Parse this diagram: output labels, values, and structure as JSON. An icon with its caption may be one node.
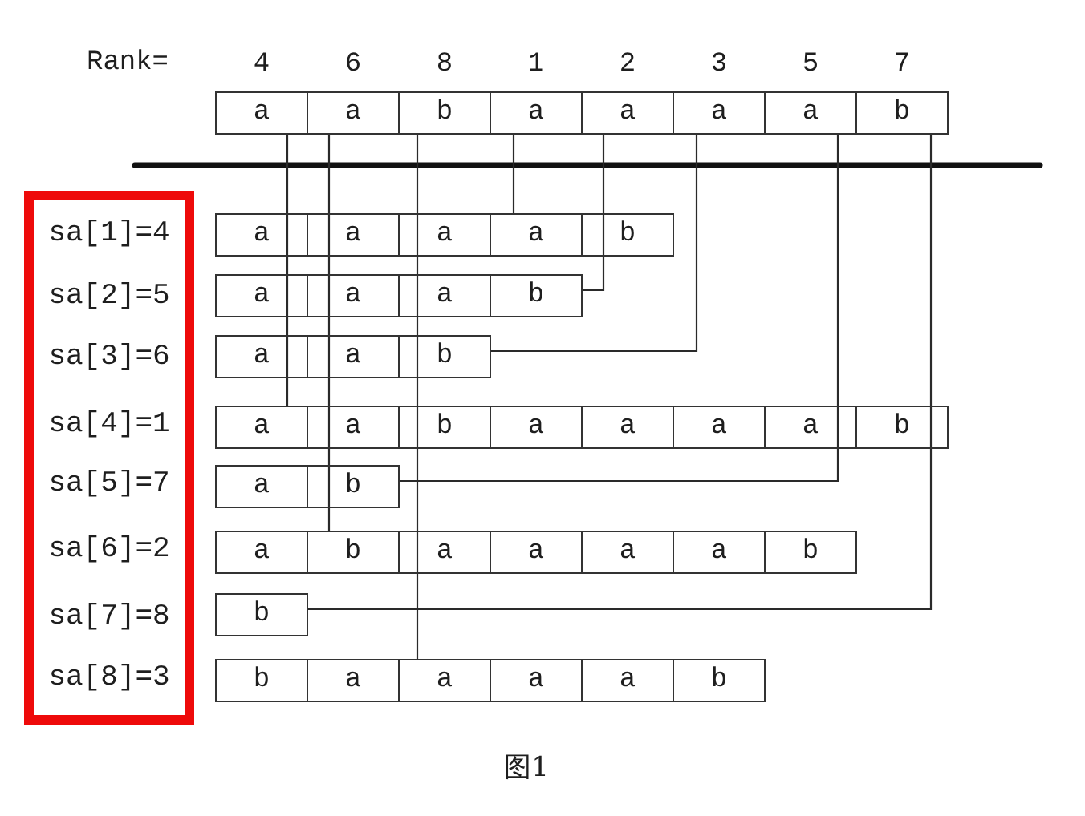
{
  "diagram": {
    "caption": "图1",
    "nodes": [
      {
        "text": [
          "a"
        ],
        "beside": [
          "4"
        ]
      },
      {
        "text": [
          "a"
        ],
        "beside": [
          "6"
        ]
      },
      {
        "text": [
          "b"
        ],
        "beside": [
          "8"
        ]
      },
      {
        "text": [
          "a"
        ],
        "beside": [
          "1"
        ]
      },
      {
        "text": [
          "a"
        ],
        "beside": [
          "2"
        ]
      },
      {
        "text": [
          "a"
        ],
        "beside": [
          "3"
        ]
      },
      {
        "text": [
          "a"
        ],
        "beside": [
          "5"
        ]
      },
      {
        "text": [
          "b"
        ],
        "beside": [
          "7"
        ]
      },
      {
        "text": [
          "sa[1]=4",
          "sa[2]=5",
          "sa[3]=6",
          "sa[4]=1",
          "sa[5]=7",
          "sa[6]=2",
          "sa[7]=8",
          "sa[8]=3"
        ]
      },
      {
        "text": [
          "a"
        ]
      },
      {
        "text": [
          "a"
        ]
      },
      {
        "text": [
          "a"
        ]
      },
      {
        "text": [
          "a"
        ]
      },
      {
        "text": [
          "b"
        ]
      },
      {
        "text": [
          "a"
        ]
      },
      {
        "text": [
          "a"
        ]
      },
      {
        "text": [
          "a"
        ]
      },
      {
        "text": [
          "b"
        ]
      },
      {
        "text": [
          "a"
        ]
      },
      {
        "text": [
          "a"
        ]
      },
      {
        "text": [
          "b"
        ]
      },
      {
        "text": [
          "a"
        ]
      },
      {
        "text": [
          "a"
        ]
      },
      {
        "text": [
          "b"
        ]
      },
      {
        "text": [
          "a"
        ]
      },
      {
        "text": [
          "a"
        ]
      },
      {
        "text": [
          "a"
        ]
      },
      {
        "text": [
          "a"
        ]
      },
      {
        "text": [
          "b"
        ]
      },
      {
        "text": [
          "a"
        ]
      },
      {
        "text": [
          "b"
        ]
      },
      {
        "text": [
          "a"
        ]
      },
      {
        "text": [
          "b"
        ]
      },
      {
        "text": [
          "a"
        ]
      },
      {
        "text": [
          "a"
        ]
      },
      {
        "text": [
          "a"
        ]
      },
      {
        "text": [
          "a"
        ]
      },
      {
        "text": [
          "b"
        ]
      },
      {
        "text": [
          "b"
        ]
      },
      {
        "text": [
          "b"
        ]
      },
      {
        "text": [
          "a"
        ]
      },
      {
        "text": [
          "a"
        ]
      },
      {
        "text": [
          "a"
        ]
      },
      {
        "text": [
          "a"
        ]
      },
      {
        "text": [
          "b"
        ]
      }
    ],
    "edges": [
      {
        "from": 0,
        "to": 21,
        "arrow": "none"
      },
      {
        "from": 1,
        "to": 32,
        "arrow": "none"
      },
      {
        "from": 2,
        "to": 41,
        "arrow": "none"
      },
      {
        "from": 3,
        "to": 12,
        "arrow": "none"
      },
      {
        "from": 4,
        "to": 17,
        "arrow": "none"
      },
      {
        "from": 5,
        "to": 20,
        "arrow": "none"
      },
      {
        "from": 6,
        "to": 30,
        "arrow": "none"
      },
      {
        "from": 7,
        "to": 38,
        "arrow": "none"
      }
    ],
    "labels": [
      "Rank="
    ]
  }
}
